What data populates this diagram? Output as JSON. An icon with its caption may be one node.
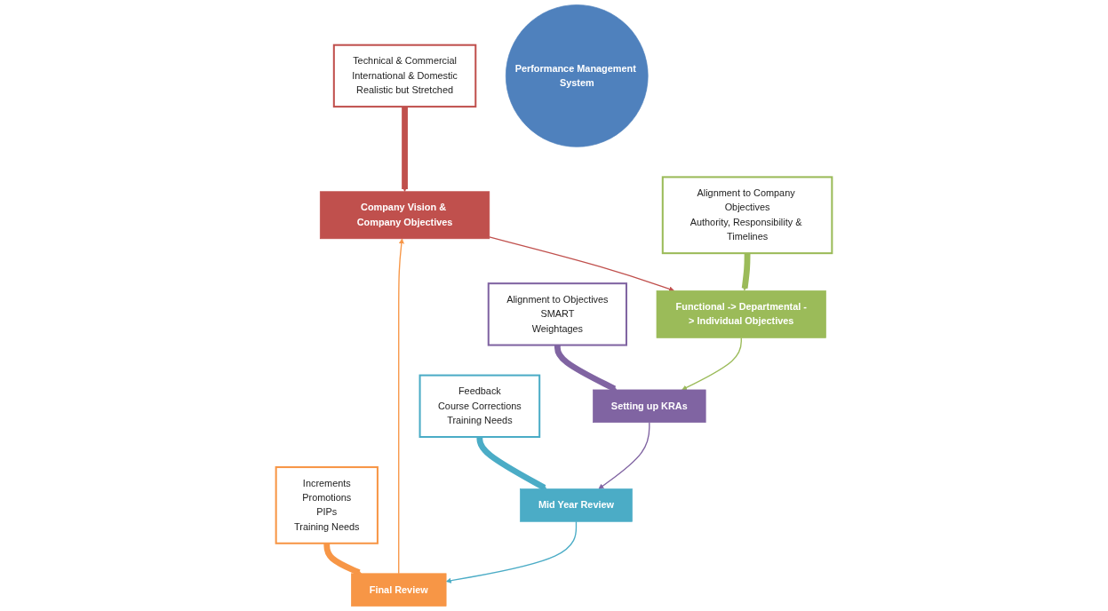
{
  "diagram": {
    "nodes": [
      {
        "text": [
          "Technical & Commercial",
          "International & Domestic",
          "Realistic but Stretched"
        ]
      },
      {
        "text": [
          "Company Vision & Company Objectives"
        ]
      },
      {
        "text": [
          "Performance Management System"
        ]
      },
      {
        "text": [
          "Final Review"
        ]
      },
      {
        "text": [
          "Functional -> Departmental -> Individual Objectives"
        ]
      },
      {
        "text": [
          "Increments",
          "Promotions",
          "PIPs",
          "Training Needs"
        ]
      },
      {
        "text": [
          "Alignment to Company Objectives",
          "Authority, Responsibility & Timelines"
        ]
      },
      {
        "text": [
          "Mid Year Review"
        ]
      },
      {
        "text": [
          "Setting up KRAs"
        ]
      },
      {
        "text": [
          "Feedback",
          "Course Corrections",
          "Training Needs"
        ]
      },
      {
        "text": [
          "Alignment to Objectives",
          "SMART",
          "Weightages"
        ]
      }
    ],
    "edges": [
      {
        "from": 0,
        "to": 1,
        "arrow": "to",
        "style": "thick",
        "color": "#c0504d"
      },
      {
        "from": 1,
        "to": 4,
        "arrow": "to",
        "color": "#c0504d"
      },
      {
        "from": 6,
        "to": 4,
        "arrow": "to",
        "style": "thick",
        "color": "#9bbb59"
      },
      {
        "from": 4,
        "to": 8,
        "arrow": "to",
        "color": "#9bbb59"
      },
      {
        "from": 10,
        "to": 8,
        "arrow": "to",
        "style": "thick",
        "color": "#8064a2"
      },
      {
        "from": 8,
        "to": 7,
        "arrow": "to",
        "color": "#8064a2"
      },
      {
        "from": 9,
        "to": 7,
        "arrow": "to",
        "style": "thick",
        "color": "#4bacc6"
      },
      {
        "from": 7,
        "to": 3,
        "arrow": "to",
        "color": "#4bacc6"
      },
      {
        "from": 5,
        "to": 3,
        "arrow": "to",
        "style": "thick",
        "color": "#f79646"
      },
      {
        "from": 3,
        "to": 1,
        "arrow": "to",
        "color": "#f79646"
      }
    ]
  }
}
